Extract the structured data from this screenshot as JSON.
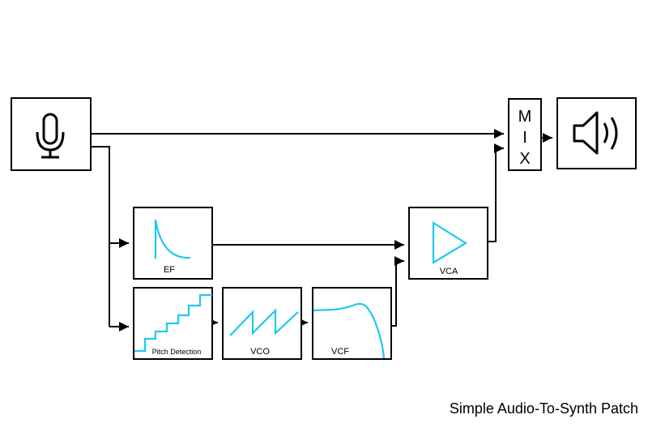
{
  "title": "Simple Audio-To-Synth Patch",
  "colors": {
    "signal_curve": "#1ec8f0",
    "stroke": "#000000",
    "background": "#ffffff"
  },
  "modules": {
    "input": {
      "icon": "microphone-icon"
    },
    "ef": {
      "label": "EF",
      "icon": "envelope-decay-icon"
    },
    "pitch": {
      "label": "Pitch Detection",
      "icon": "staircase-icon"
    },
    "vco": {
      "label": "VCO",
      "icon": "sawtooth-wave-icon"
    },
    "vcf": {
      "label": "VCF",
      "icon": "lowpass-filter-icon"
    },
    "vca": {
      "label": "VCA",
      "icon": "amplifier-triangle-icon"
    },
    "mix": {
      "letters": [
        "M",
        "I",
        "X"
      ]
    },
    "output": {
      "icon": "speaker-icon"
    }
  },
  "connections": [
    {
      "from": "input",
      "to": "mix"
    },
    {
      "from": "input",
      "to": "ef"
    },
    {
      "from": "input",
      "to": "pitch"
    },
    {
      "from": "ef",
      "to": "vca"
    },
    {
      "from": "pitch",
      "to": "vco"
    },
    {
      "from": "vco",
      "to": "vcf"
    },
    {
      "from": "vcf",
      "to": "vca"
    },
    {
      "from": "vca",
      "to": "mix"
    },
    {
      "from": "mix",
      "to": "output"
    }
  ]
}
